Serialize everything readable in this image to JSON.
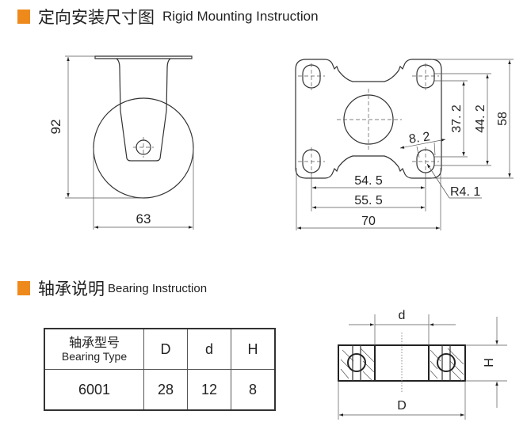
{
  "sections": {
    "rigid": {
      "title_cn": "定向安装尺寸图",
      "title_en": "Rigid Mounting Instruction"
    },
    "bearing": {
      "title_cn": "轴承说明",
      "title_en": "Bearing Instruction"
    }
  },
  "accent_color": "#ee8a1c",
  "side_view": {
    "height_label": "92",
    "width_label": "63"
  },
  "plate_view": {
    "dim_54_5": "54. 5",
    "dim_55_5": "55. 5",
    "dim_70": "70",
    "dim_37_2": "37. 2",
    "dim_44_2": "44. 2",
    "dim_58": "58",
    "dim_8_2": "8. 2",
    "radius": "R4. 1"
  },
  "bearing_table": {
    "headers": {
      "type_cn": "轴承型号",
      "type_en": "Bearing Type",
      "D": "D",
      "d": "d",
      "H": "H"
    },
    "rows": [
      {
        "type": "6001",
        "D": "28",
        "d": "12",
        "H": "8"
      }
    ]
  },
  "bearing_diagram": {
    "inner_label": "d",
    "outer_label": "D",
    "height_label": "H"
  }
}
